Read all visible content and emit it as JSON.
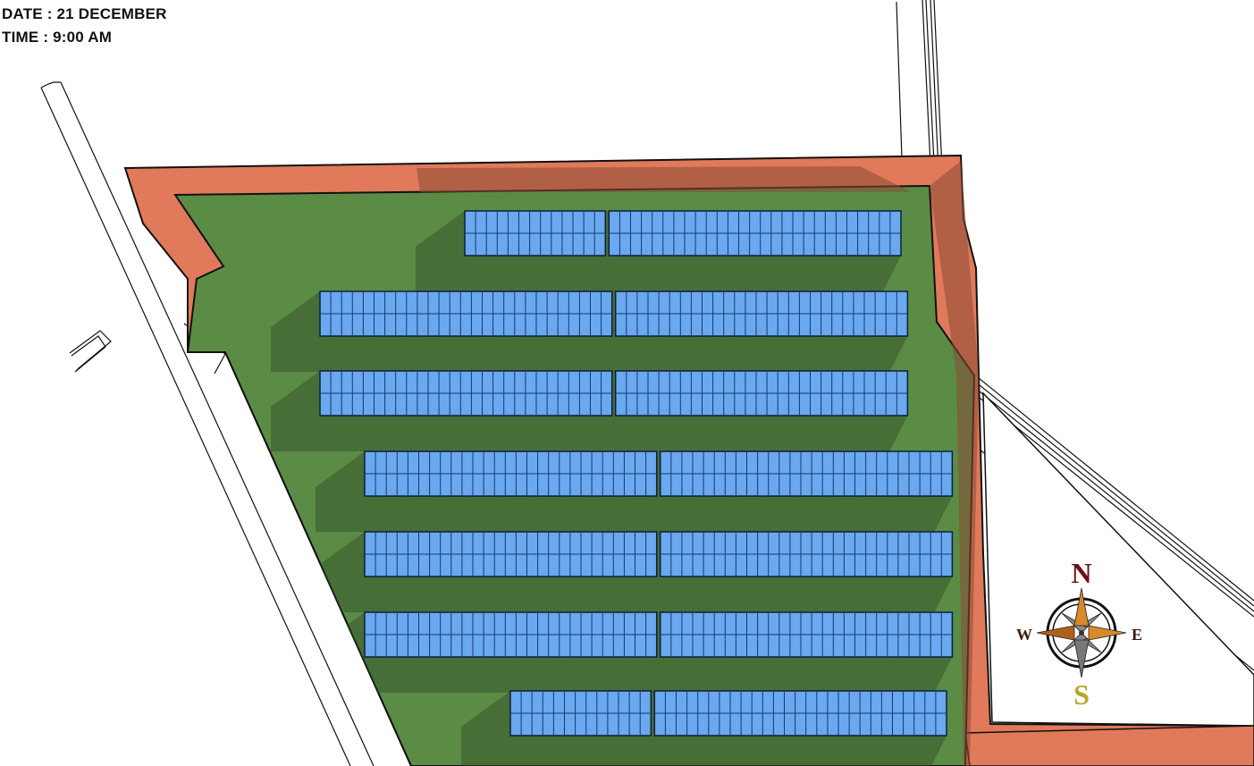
{
  "header": {
    "date_label": "DATE : 21 DECEMBER",
    "time_label": "TIME : 9:00 AM"
  },
  "compass": {
    "north": "N",
    "south": "S",
    "east": "E",
    "west": "W",
    "north_color": "#6b1010",
    "south_color": "#b9a62a",
    "east_west_color": "#3a1a10"
  },
  "colors": {
    "boundary_setback": "#e07a5a",
    "site_field": "#5b8c45",
    "shadow": "#2e4a26",
    "panel_fill": "#6aa8f0",
    "panel_grid": "#173a6b"
  },
  "panel_rows": [
    {
      "name": "row-1",
      "blocks": [
        {
          "modules": 13
        },
        {
          "modules": 27
        }
      ]
    },
    {
      "name": "row-2",
      "blocks": [
        {
          "modules": 27
        },
        {
          "modules": 27
        }
      ]
    },
    {
      "name": "row-3",
      "blocks": [
        {
          "modules": 27
        },
        {
          "modules": 27
        }
      ]
    },
    {
      "name": "row-4",
      "blocks": [
        {
          "modules": 27
        },
        {
          "modules": 27
        }
      ]
    },
    {
      "name": "row-5",
      "blocks": [
        {
          "modules": 27
        },
        {
          "modules": 27
        }
      ]
    },
    {
      "name": "row-6",
      "blocks": [
        {
          "modules": 27
        },
        {
          "modules": 27
        }
      ]
    },
    {
      "name": "row-7",
      "blocks": [
        {
          "modules": 13
        },
        {
          "modules": 27
        }
      ]
    }
  ]
}
